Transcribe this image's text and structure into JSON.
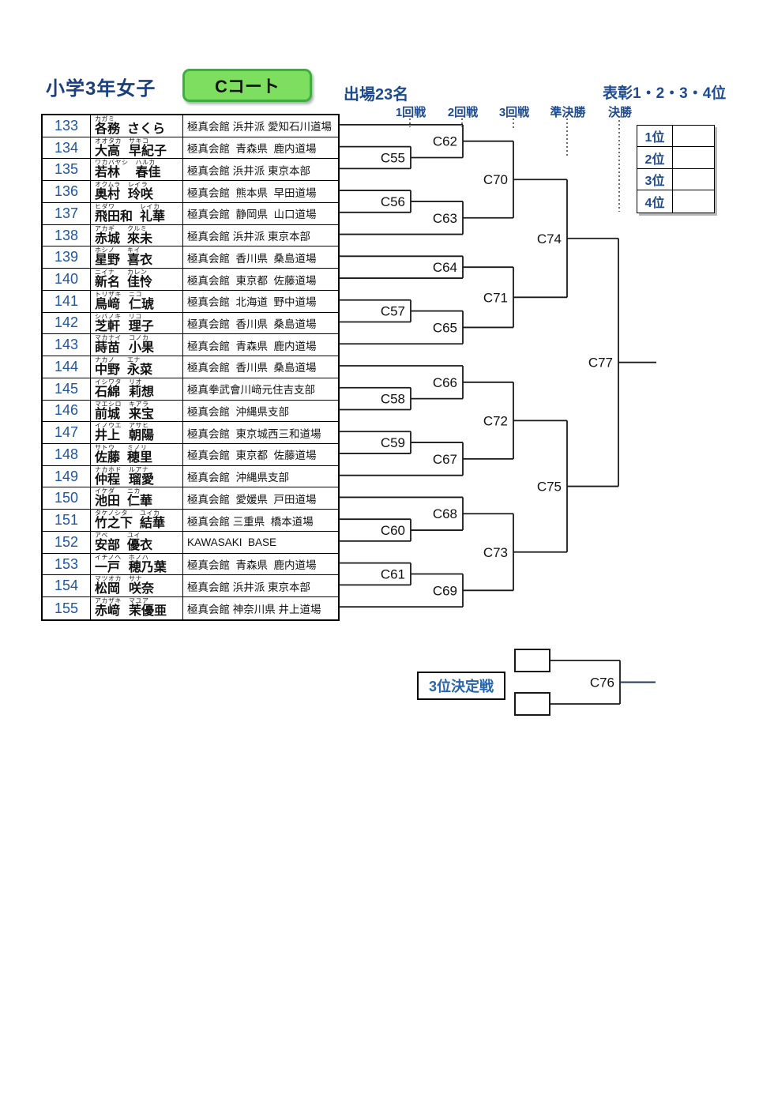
{
  "header": {
    "title": "小学3年女子",
    "court": "Cコート",
    "participants": "出場23名",
    "awards_title": "表彰1・2・3・4位",
    "rounds": [
      "1回戦",
      "2回戦",
      "3回戦",
      "準決勝",
      "決勝"
    ]
  },
  "colors": {
    "accent_blue": "#1e4b8f",
    "number_blue": "#1e559e",
    "court_green": "#7dde5f",
    "court_green_border": "#3fae3f",
    "bracket_line": "#1a1a1a",
    "navy_stub": "#1f3864"
  },
  "roster": [
    {
      "no": "133",
      "family": "各務",
      "family_kana": "カガミ",
      "given": "さくら",
      "given_kana": "",
      "dojo": "極真会館 浜井派 愛知石川道場"
    },
    {
      "no": "134",
      "family": "大高",
      "family_kana": "オオタカ",
      "given": "早紀子",
      "given_kana": "サキコ",
      "dojo": "極真会館  青森県  鹿内道場"
    },
    {
      "no": "135",
      "family": "若林",
      "family_kana": "ワカバヤシ",
      "given": "春佳",
      "given_kana": "ハルカ",
      "dojo": "極真会館 浜井派 東京本部"
    },
    {
      "no": "136",
      "family": "奥村",
      "family_kana": "オクムラ",
      "given": "玲咲",
      "given_kana": "レイラ",
      "dojo": "極真会館  熊本県  早田道場"
    },
    {
      "no": "137",
      "family": "飛田和",
      "family_kana": "ヒダワ",
      "given": "礼華",
      "given_kana": "レイカ",
      "dojo": "極真会館  静岡県  山口道場"
    },
    {
      "no": "138",
      "family": "赤城",
      "family_kana": "アカギ",
      "given": "來未",
      "given_kana": "クルミ",
      "dojo": "極真会館 浜井派 東京本部"
    },
    {
      "no": "139",
      "family": "星野",
      "family_kana": "ホシノ",
      "given": "喜衣",
      "given_kana": "キイ",
      "dojo": "極真会館  香川県  桑島道場"
    },
    {
      "no": "140",
      "family": "新名",
      "family_kana": "ニイナ",
      "given": "佳怜",
      "given_kana": "カレン",
      "dojo": "極真会館  東京都  佐藤道場"
    },
    {
      "no": "141",
      "family": "鳥﨑",
      "family_kana": "トリザキ",
      "given": "仁琥",
      "given_kana": "ニコ",
      "dojo": "極真会館  北海道  野中道場"
    },
    {
      "no": "142",
      "family": "芝軒",
      "family_kana": "シバノキ",
      "given": "理子",
      "given_kana": "リコ",
      "dojo": "極真会館  香川県  桑島道場"
    },
    {
      "no": "143",
      "family": "蒔苗",
      "family_kana": "マカナイ",
      "given": "小果",
      "given_kana": "コノカ",
      "dojo": "極真会館  青森県  鹿内道場"
    },
    {
      "no": "144",
      "family": "中野",
      "family_kana": "ナカノ",
      "given": "永菜",
      "given_kana": "エナ",
      "dojo": "極真会館  香川県  桑島道場"
    },
    {
      "no": "145",
      "family": "石綿",
      "family_kana": "イシワタ",
      "given": "莉想",
      "given_kana": "リオ",
      "dojo": "極真拳武會川﨑元住吉支部"
    },
    {
      "no": "146",
      "family": "前城",
      "family_kana": "マエシロ",
      "given": "来宝",
      "given_kana": "キアラ",
      "dojo": "極真会館  沖縄県支部"
    },
    {
      "no": "147",
      "family": "井上",
      "family_kana": "イノウエ",
      "given": "朝陽",
      "given_kana": "アサヒ",
      "dojo": "極真会館  東京城西三和道場"
    },
    {
      "no": "148",
      "family": "佐藤",
      "family_kana": "サトウ",
      "given": "穂里",
      "given_kana": "ミノリ",
      "dojo": "極真会館  東京都  佐藤道場"
    },
    {
      "no": "149",
      "family": "仲程",
      "family_kana": "ナカホド",
      "given": "瑠愛",
      "given_kana": "ルアナ",
      "dojo": "極真会館  沖縄県支部"
    },
    {
      "no": "150",
      "family": "池田",
      "family_kana": "イケダ",
      "given": "仁華",
      "given_kana": "ニカ",
      "dojo": "極真会館  愛媛県  戸田道場"
    },
    {
      "no": "151",
      "family": "竹之下",
      "family_kana": "タケノシタ",
      "given": "結華",
      "given_kana": "ユイカ",
      "dojo": "極真会館 三重県  橋本道場"
    },
    {
      "no": "152",
      "family": "安部",
      "family_kana": "アベ",
      "given": "優衣",
      "given_kana": "ユイ",
      "dojo": "KAWASAKI  BASE"
    },
    {
      "no": "153",
      "family": "一戸",
      "family_kana": "イチノヘ",
      "given": "穂乃葉",
      "given_kana": "ホノハ",
      "dojo": "極真会館  青森県  鹿内道場"
    },
    {
      "no": "154",
      "family": "松岡",
      "family_kana": "マツオカ",
      "given": "咲奈",
      "given_kana": "サナ",
      "dojo": "極真会館 浜井派 東京本部"
    },
    {
      "no": "155",
      "family": "赤﨑",
      "family_kana": "アカザキ",
      "given": "茉優亜",
      "given_kana": "マユア",
      "dojo": "極真会館 神奈川県 井上道場"
    }
  ],
  "bracket": {
    "matches": [
      {
        "id": "C55",
        "round": 1,
        "a": {
          "entry": 134
        },
        "b": {
          "entry": 135
        }
      },
      {
        "id": "C56",
        "round": 1,
        "a": {
          "entry": 136
        },
        "b": {
          "entry": 137
        }
      },
      {
        "id": "C57",
        "round": 1,
        "a": {
          "entry": 141
        },
        "b": {
          "entry": 142
        }
      },
      {
        "id": "C58",
        "round": 1,
        "a": {
          "entry": 145
        },
        "b": {
          "entry": 146
        }
      },
      {
        "id": "C59",
        "round": 1,
        "a": {
          "entry": 147
        },
        "b": {
          "entry": 148
        }
      },
      {
        "id": "C60",
        "round": 1,
        "a": {
          "entry": 151
        },
        "b": {
          "entry": 152
        }
      },
      {
        "id": "C61",
        "round": 1,
        "a": {
          "entry": 153
        },
        "b": {
          "entry": 154
        }
      },
      {
        "id": "C62",
        "round": 2,
        "a": {
          "entry": 133
        },
        "b": {
          "match": "C55"
        }
      },
      {
        "id": "C63",
        "round": 2,
        "a": {
          "match": "C56"
        },
        "b": {
          "entry": 138
        }
      },
      {
        "id": "C64",
        "round": 2,
        "a": {
          "entry": 139
        },
        "b": {
          "entry": 140
        }
      },
      {
        "id": "C65",
        "round": 2,
        "a": {
          "match": "C57"
        },
        "b": {
          "entry": 143
        }
      },
      {
        "id": "C66",
        "round": 2,
        "a": {
          "entry": 144
        },
        "b": {
          "match": "C58"
        }
      },
      {
        "id": "C67",
        "round": 2,
        "a": {
          "match": "C59"
        },
        "b": {
          "entry": 149
        }
      },
      {
        "id": "C68",
        "round": 2,
        "a": {
          "entry": 150
        },
        "b": {
          "match": "C60"
        }
      },
      {
        "id": "C69",
        "round": 2,
        "a": {
          "match": "C61"
        },
        "b": {
          "entry": 155
        }
      },
      {
        "id": "C70",
        "round": 3,
        "a": {
          "match": "C62"
        },
        "b": {
          "match": "C63"
        }
      },
      {
        "id": "C71",
        "round": 3,
        "a": {
          "match": "C64"
        },
        "b": {
          "match": "C65"
        }
      },
      {
        "id": "C72",
        "round": 3,
        "a": {
          "match": "C66"
        },
        "b": {
          "match": "C67"
        }
      },
      {
        "id": "C73",
        "round": 3,
        "a": {
          "match": "C68"
        },
        "b": {
          "match": "C69"
        }
      },
      {
        "id": "C74",
        "round": 4,
        "a": {
          "match": "C70"
        },
        "b": {
          "match": "C71"
        }
      },
      {
        "id": "C75",
        "round": 4,
        "a": {
          "match": "C72"
        },
        "b": {
          "match": "C73"
        }
      },
      {
        "id": "C77",
        "round": 5,
        "a": {
          "match": "C74"
        },
        "b": {
          "match": "C75"
        }
      }
    ],
    "third_place": {
      "label": "3位決定戦",
      "match": "C76"
    }
  },
  "awards": {
    "rows": [
      {
        "label": "1位",
        "value": ""
      },
      {
        "label": "2位",
        "value": ""
      },
      {
        "label": "3位",
        "value": ""
      },
      {
        "label": "4位",
        "value": ""
      }
    ]
  }
}
